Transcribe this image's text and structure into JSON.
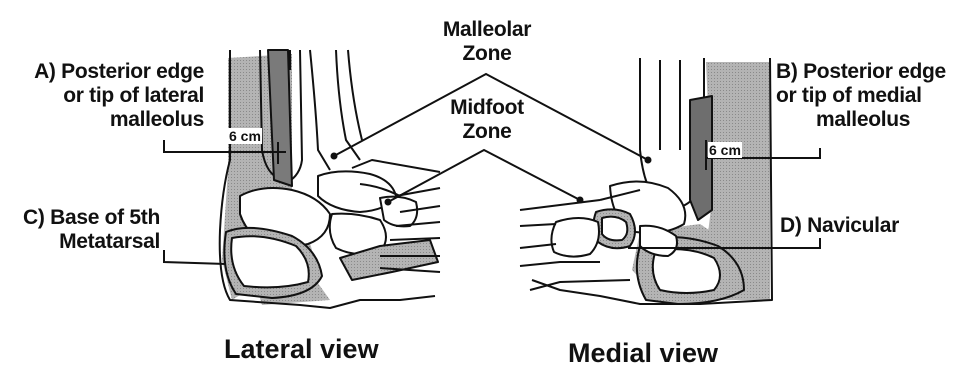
{
  "zones": {
    "malleolar": [
      "Malleolar",
      "Zone"
    ],
    "midfoot": [
      "Midfoot",
      "Zone"
    ]
  },
  "labels": {
    "a": [
      "A) Posterior edge",
      "or tip of lateral",
      "malleolus"
    ],
    "b": [
      "B) Posterior edge",
      "or tip of medial",
      "malleolus"
    ],
    "c": [
      "C) Base of 5th",
      "Metatarsal"
    ],
    "d": "D) Navicular"
  },
  "measurements": {
    "lateral": "6 cm",
    "medial": "6 cm"
  },
  "views": {
    "lateral": "Lateral view",
    "medial": "Medial view"
  },
  "colors": {
    "ink": "#111111",
    "shade": "#a8a8a8",
    "bone": "#ffffff"
  }
}
